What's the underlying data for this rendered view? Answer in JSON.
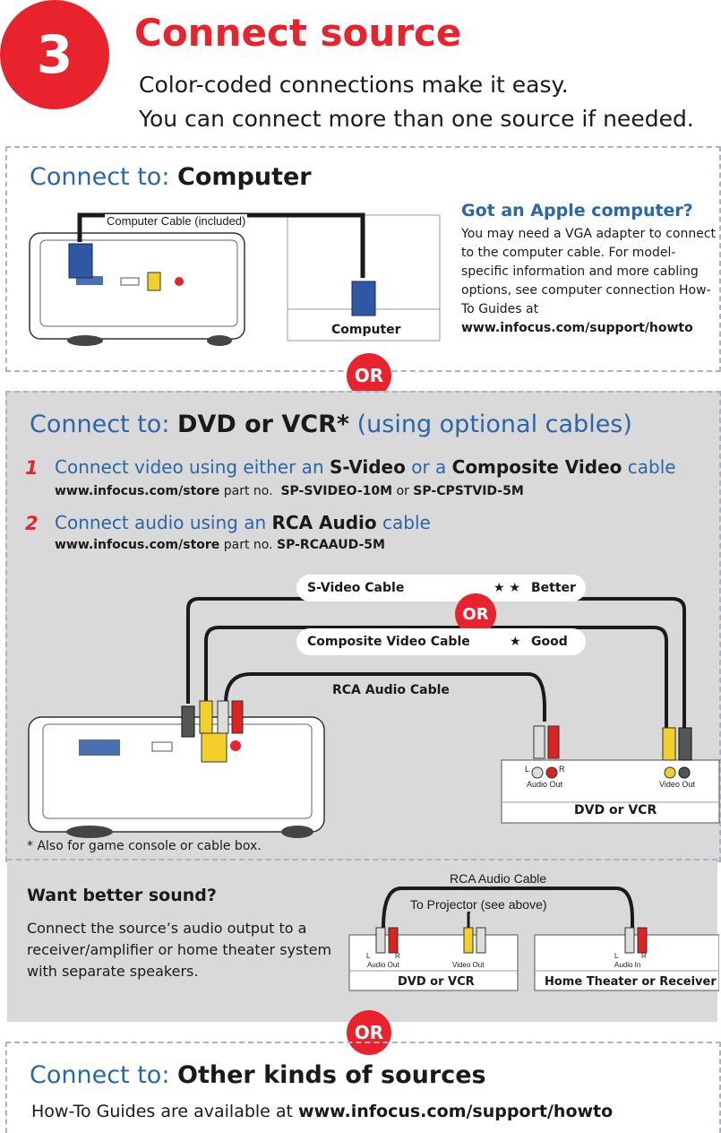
{
  "step_number": "3",
  "header": {
    "title": "Connect source",
    "subtitle_line1": "Color-coded connections make it easy.",
    "subtitle_line2": "You can connect more than one source if needed."
  },
  "computer": {
    "heading_prefix": "Connect to: ",
    "heading_strong": "Computer",
    "cable_label": "Computer Cable (included)",
    "device_label": "Computer",
    "apple_title": "Got an Apple computer?",
    "apple_text": "You may need a VGA adapter to connect to the computer cable. For model-specific information and more cabling options, see computer connection How-To Guides at",
    "apple_link": "www.infocus.com/support/howto"
  },
  "or_label": "OR",
  "dvd": {
    "heading_prefix": "Connect to: ",
    "heading_strong": "DVD or VCR*",
    "heading_suffix": " (using optional cables)",
    "step1_num": "1",
    "step1_a": "Connect video using either an ",
    "step1_b": "S-Video",
    "step1_c": " or a ",
    "step1_d": "Composite Video",
    "step1_e": " cable",
    "step1_link": "www.infocus.com/store",
    "step1_part_text": " part no.  ",
    "step1_part1": "SP-SVIDEO-10M",
    "step1_or": " or ",
    "step1_part2": "SP-CPSTVID-5M",
    "step2_num": "2",
    "step2_a": "Connect audio using an ",
    "step2_b": "RCA Audio",
    "step2_c": " cable",
    "step2_link": "www.infocus.com/store",
    "step2_part_text": " part no. ",
    "step2_part": "SP-RCAAUD-5M",
    "svideo_label": "S-Video Cable",
    "svideo_stars": "★ ★",
    "svideo_rating": "Better",
    "composite_label": "Composite Video Cable",
    "composite_stars": "★",
    "composite_rating": "Good",
    "rca_label": "RCA Audio Cable",
    "dev_audio_out": "Audio Out",
    "dev_video_out": "Video Out",
    "dev_l": "L",
    "dev_r": "R",
    "device_label": "DVD or VCR",
    "footnote": "* Also for game console or cable box."
  },
  "sound": {
    "title": "Want better sound?",
    "text": "Connect the source’s audio output to a receiver/amplifier or home theater system with separate speakers.",
    "rca_label": "RCA Audio Cable",
    "projector_label": "To Projector (see above)",
    "dvd_label": "DVD or VCR",
    "dvd_audio": "Audio Out",
    "dvd_video": "Video Out",
    "receiver_label": "Home Theater or Receiver",
    "receiver_audio": "Audio In",
    "l": "L",
    "r": "R"
  },
  "other": {
    "heading_prefix": "Connect to: ",
    "heading_strong": "Other kinds of sources",
    "text": "How-To Guides are available at ",
    "link": "www.infocus.com/support/howto"
  },
  "colors": {
    "accent_red": "#e8232d",
    "heading_blue": "#2a66a8",
    "panel_gray": "#d9d9d9",
    "dashed_border": "#aeb4bd"
  }
}
